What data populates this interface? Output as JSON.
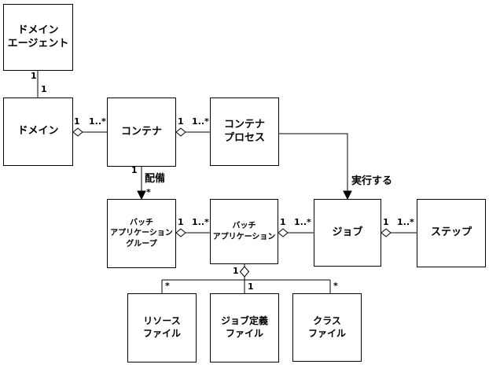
{
  "diagram_type": "uml-class-diagram",
  "nodes": {
    "domain_agent": {
      "lines": [
        "ドメイン",
        "エージェント"
      ]
    },
    "domain": {
      "lines": [
        "ドメイン"
      ]
    },
    "container": {
      "lines": [
        "コンテナ"
      ]
    },
    "container_process": {
      "lines": [
        "コンテナ",
        "プロセス"
      ]
    },
    "batch_app_group": {
      "lines": [
        "バッチ",
        "アプリケーション",
        "グループ"
      ]
    },
    "batch_app": {
      "lines": [
        "バッチ",
        "アプリケーション"
      ]
    },
    "job": {
      "lines": [
        "ジョブ"
      ]
    },
    "step": {
      "lines": [
        "ステップ"
      ]
    },
    "resource_file": {
      "lines": [
        "リソース",
        "ファイル"
      ]
    },
    "job_def_file": {
      "lines": [
        "ジョブ定義",
        "ファイル"
      ]
    },
    "class_file": {
      "lines": [
        "クラス",
        "ファイル"
      ]
    }
  },
  "labels": {
    "agent_domain_src": "1",
    "agent_domain_tgt": "1",
    "domain_container_src": "1",
    "domain_container_tgt": "1..*",
    "container_process_src": "1",
    "container_process_tgt": "1..*",
    "deploy_src": "1",
    "deploy_name": "配備",
    "deploy_tgt": "*",
    "execute_name": "実行する",
    "group_app_src": "1",
    "group_app_tgt": "1..*",
    "app_job_src": "1",
    "app_job_tgt": "1..*",
    "job_step_src": "1",
    "job_step_tgt": "1..*",
    "files_src": "1",
    "files_resource": "*",
    "files_jobdef": "1",
    "files_class": "*"
  },
  "colors": {
    "line": "#000000",
    "background": "#ffffff",
    "box_fill": "#ffffff"
  }
}
